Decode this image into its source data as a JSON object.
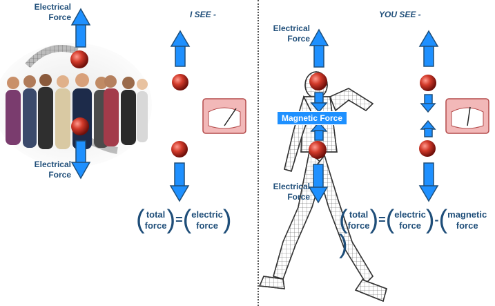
{
  "left_panel": {
    "header": "I SEE -",
    "top_label_line1": "Electrical",
    "top_label_line2": "Force",
    "bottom_label_line1": "Electrical",
    "bottom_label_line2": "Force",
    "equation": {
      "lhs_top": "total",
      "lhs_bottom": "force",
      "equals": "=",
      "rhs_top": "electric",
      "rhs_bottom": "force"
    }
  },
  "right_panel": {
    "header": "YOU SEE -",
    "top_label_line1": "Electrical",
    "top_label_line2": "Force",
    "bottom_label_line1": "Electrical",
    "bottom_label_line2": "Force",
    "magnetic_label": "Magnetic Force",
    "equation": {
      "lhs_top": "total",
      "lhs_bottom": "force",
      "equals": "=",
      "rhs1_top": "electric",
      "rhs1_bottom": "force",
      "minus": "-",
      "rhs2_top": "magnetic",
      "rhs2_bottom": "force"
    }
  },
  "colors": {
    "arrow_fill": "#1e90ff",
    "arrow_stroke": "#1f4e79",
    "ball": "#c0392b",
    "meter_face": "#f2b8b8",
    "text": "#1f4e79"
  }
}
